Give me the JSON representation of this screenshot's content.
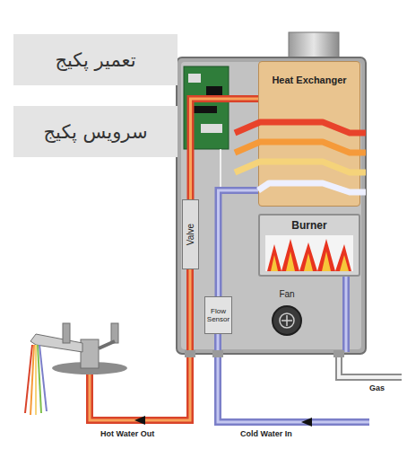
{
  "diagram": {
    "nodes": [
      {
        "text": [
          "تعمیر پکیج"
        ]
      },
      {
        "text": [
          "سرویس پکیج"
        ]
      },
      {
        "text": [
          "Heat Exchanger"
        ]
      },
      {
        "text": [
          "Valve"
        ]
      },
      {
        "text": [
          "Burner"
        ]
      },
      {
        "text": [
          "Flow Sensor"
        ]
      },
      {
        "text": [
          "Fan"
        ]
      }
    ],
    "edges": [
      {
        "from": 5,
        "to": 2,
        "arrow": "none"
      },
      {
        "from": 2,
        "to": 3,
        "arrow": "none"
      }
    ],
    "labels": [
      "Hot Water Out",
      "Cold Water In",
      "Gas"
    ]
  }
}
